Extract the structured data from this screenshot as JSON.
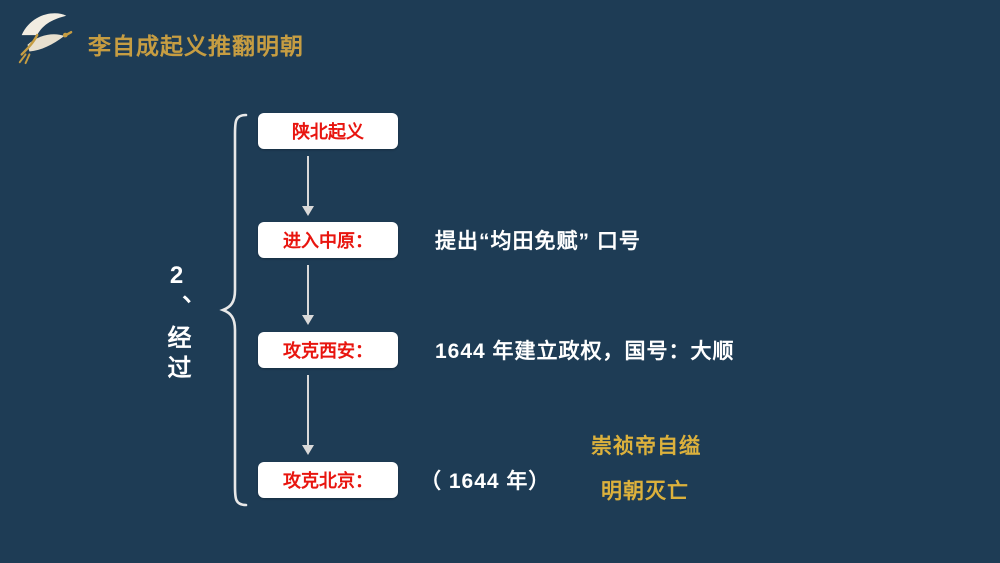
{
  "colors": {
    "background": "#1e3c55",
    "title_gold": "#c69d42",
    "box_text_red": "#e8150f",
    "note_white": "#ffffff",
    "highlight_gold": "#dcb13c",
    "arrow_gray": "#d9d9d9"
  },
  "header": {
    "title": "李自成起义推翻明朝",
    "logo_icon": "crane-icon"
  },
  "section": {
    "label": "2、经过"
  },
  "flow": {
    "steps": [
      {
        "label": "陕北起义",
        "note": ""
      },
      {
        "label": "进入中原：",
        "note": "提出“均田免赋” 口号"
      },
      {
        "label": "攻克西安：",
        "note": "1644 年建立政权，国号：大顺"
      },
      {
        "label": "攻克北京：",
        "note": "（ 1644 年）"
      }
    ]
  },
  "highlights": {
    "line1": "崇祯帝自缢",
    "line2": "明朝灭亡"
  }
}
